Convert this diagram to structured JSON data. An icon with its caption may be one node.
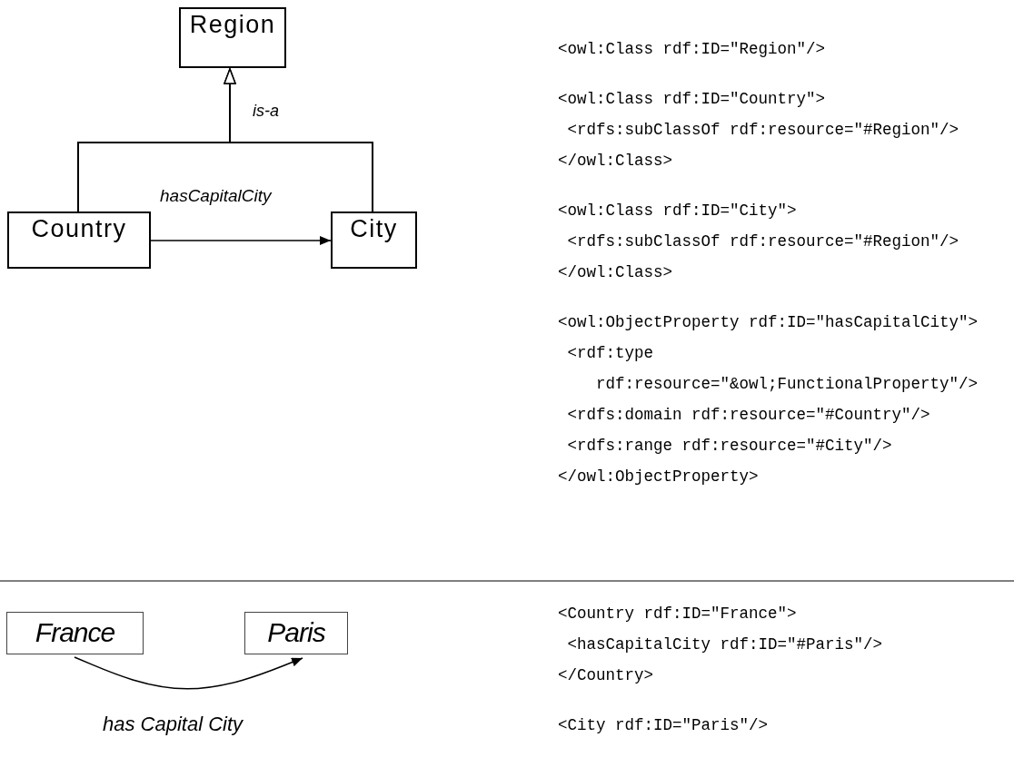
{
  "diagram": {
    "nodes": [
      {
        "text": [
          "Region"
        ]
      },
      {
        "text": [
          "Country"
        ]
      },
      {
        "text": [
          "City"
        ]
      },
      {
        "text": [
          "France"
        ]
      },
      {
        "text": [
          "Paris"
        ]
      }
    ],
    "edges": [
      {
        "from": 1,
        "to": 0,
        "arrow": "to",
        "label": "is-a"
      },
      {
        "from": 2,
        "to": 0,
        "arrow": "to"
      },
      {
        "from": 1,
        "to": 2,
        "arrow": "to",
        "label": "hasCapitalCity"
      },
      {
        "from": 3,
        "to": 4,
        "arrow": "to",
        "label": "has Capital City"
      }
    ],
    "labels": [
      "<owl:Class rdf:ID=\"Region\"/>",
      "<owl:Class rdf:ID=\"Country\">",
      "<rdfs:subClassOf rdf:resource=\"#Region\"/>",
      "</owl:Class>",
      "<owl:Class rdf:ID=\"City\">",
      "<rdfs:subClassOf rdf:resource=\"#Region\"/>",
      "</owl:Class>",
      "<owl:ObjectProperty rdf:ID=\"hasCapitalCity\">",
      "<rdf:type",
      "rdf:resource=\"&owl;FunctionalProperty\"/>",
      "<rdfs:domain rdf:resource=\"#Country\"/>",
      "<rdfs:range rdf:resource=\"#City\"/>",
      "</owl:ObjectProperty>",
      "<Country rdf:ID=\"France\">",
      "<hasCapitalCity rdf:ID=\"#Paris\"/>",
      "</Country>",
      "<City rdf:ID=\"Paris\"/>"
    ]
  }
}
